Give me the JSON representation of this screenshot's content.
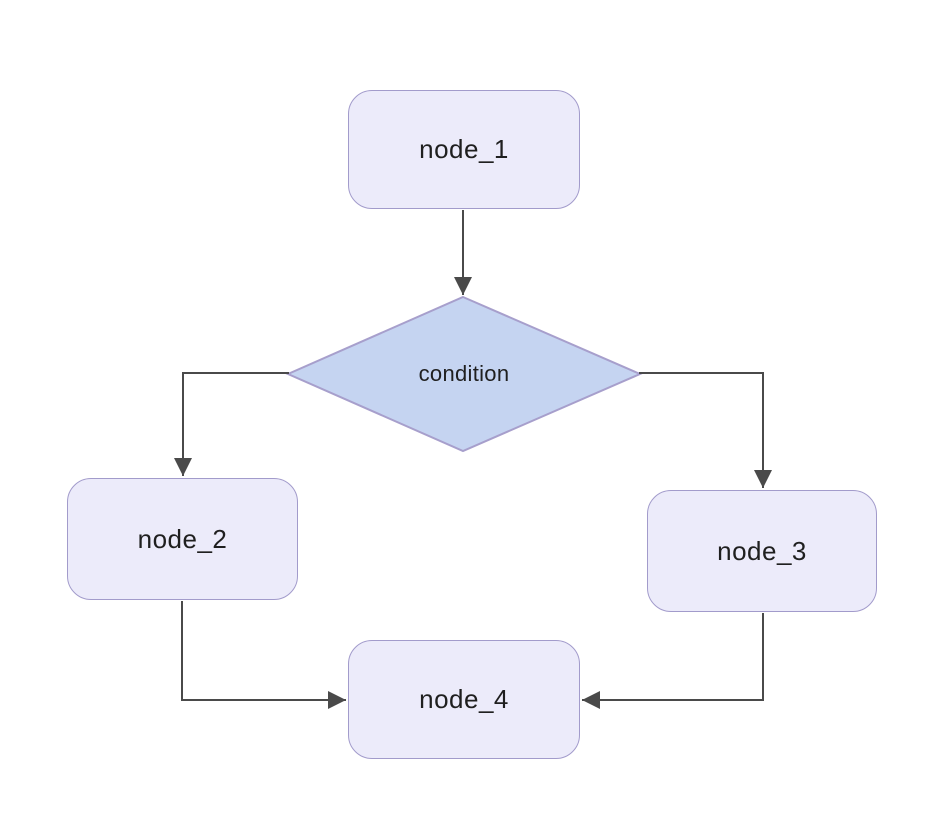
{
  "diagram_type": "flowchart",
  "nodes": {
    "node_1": {
      "label": "node_1",
      "shape": "rounded-rect"
    },
    "condition": {
      "label": "condition",
      "shape": "diamond"
    },
    "node_2": {
      "label": "node_2",
      "shape": "rounded-rect"
    },
    "node_3": {
      "label": "node_3",
      "shape": "rounded-rect"
    },
    "node_4": {
      "label": "node_4",
      "shape": "rounded-rect"
    }
  },
  "edges": [
    {
      "from": "node_1",
      "to": "condition"
    },
    {
      "from": "condition",
      "to": "node_2"
    },
    {
      "from": "condition",
      "to": "node_3"
    },
    {
      "from": "node_2",
      "to": "node_4"
    },
    {
      "from": "node_3",
      "to": "node_4"
    }
  ],
  "colors": {
    "background": "#FFFFFF",
    "node_fill": "#ECEBFA",
    "node_border": "#A29BCB",
    "decision_fill": "#C5D4F1",
    "decision_border": "#A79FCC",
    "edge": "#4A4A4A",
    "text": "#1F1F1F"
  }
}
